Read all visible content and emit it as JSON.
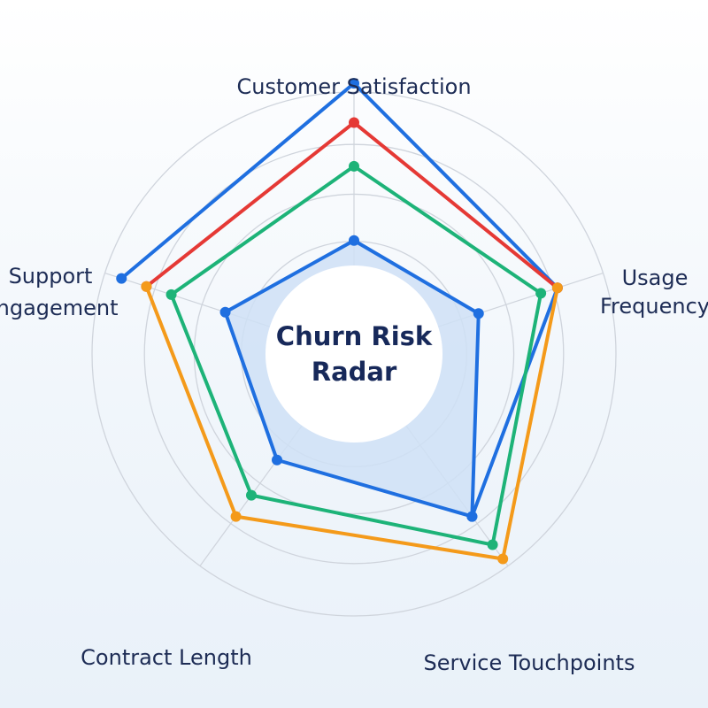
{
  "chart_data": {
    "type": "radar",
    "title_lines": [
      "Churn Risk",
      "Radar"
    ],
    "axes": [
      "Customer Satisfaction",
      "Usage Frequency",
      "Service Touchpoints",
      "Contract Length",
      "Support Engagement"
    ],
    "rlim": [
      0,
      6
    ],
    "grid": true,
    "series": [
      {
        "color": "#1f6fe0",
        "fill": "#cfe0f6",
        "values": [
          2.6,
          3.0,
          4.6,
          3.0,
          3.1
        ]
      },
      {
        "color": "#1db378",
        "values": [
          4.3,
          4.5,
          5.4,
          4.0,
          4.4
        ]
      },
      {
        "color": "#f49a1a",
        "values": [
          null,
          4.9,
          5.8,
          4.6,
          5.0
        ]
      },
      {
        "color": "#e53935",
        "values": [
          5.3,
          4.9,
          null,
          null,
          5.0
        ]
      },
      {
        "color": "#1f6fe0",
        "values": [
          6.2,
          4.9,
          4.6,
          null,
          5.6
        ]
      }
    ]
  }
}
